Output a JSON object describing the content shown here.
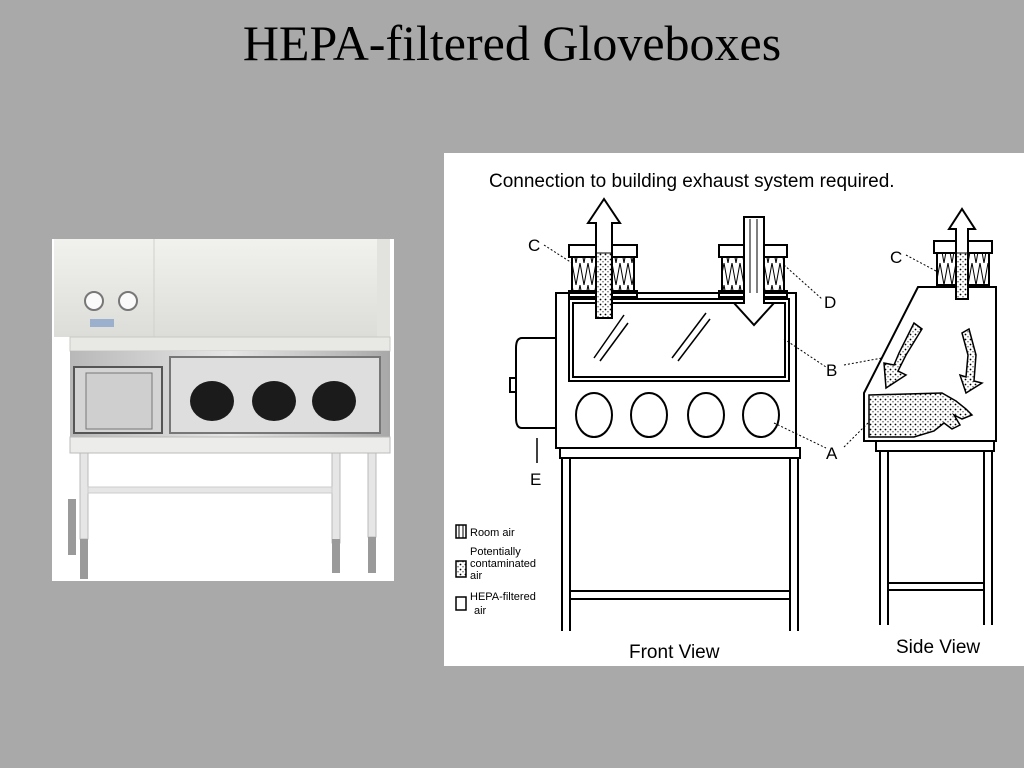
{
  "title": "HEPA-filtered Gloveboxes",
  "diagram": {
    "caption": "Connection to building exhaust system required.",
    "labels": {
      "c_front": "C",
      "d": "D",
      "b": "B",
      "a": "A",
      "e": "E",
      "c_side": "C"
    },
    "legend": [
      {
        "icon": "room-air-swatch",
        "lines": [
          "Room air"
        ]
      },
      {
        "icon": "contaminated-air-swatch",
        "lines": [
          "Potentially",
          "contaminated",
          "air"
        ]
      },
      {
        "icon": "hepa-filtered-air-swatch",
        "lines": [
          "HEPA-filtered",
          "air"
        ]
      }
    ],
    "front_view_label": "Front View",
    "side_view_label": "Side View"
  }
}
